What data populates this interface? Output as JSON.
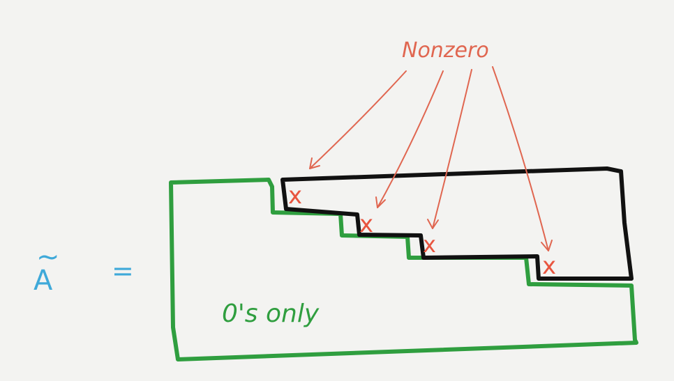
{
  "matrix_symbol": "A",
  "matrix_accent": "~",
  "equals_sign": "=",
  "annotation_nonzero": "Nonzero",
  "nonzero_mark": "x",
  "zeros_label": "0's only",
  "colors": {
    "matrix_symbol": "#3fa9d9",
    "annotation": "#e06650",
    "mark": "#e8553f",
    "zero_region": "#2f9e3f",
    "nonzero_region": "#111111"
  },
  "pivot_count": 4
}
